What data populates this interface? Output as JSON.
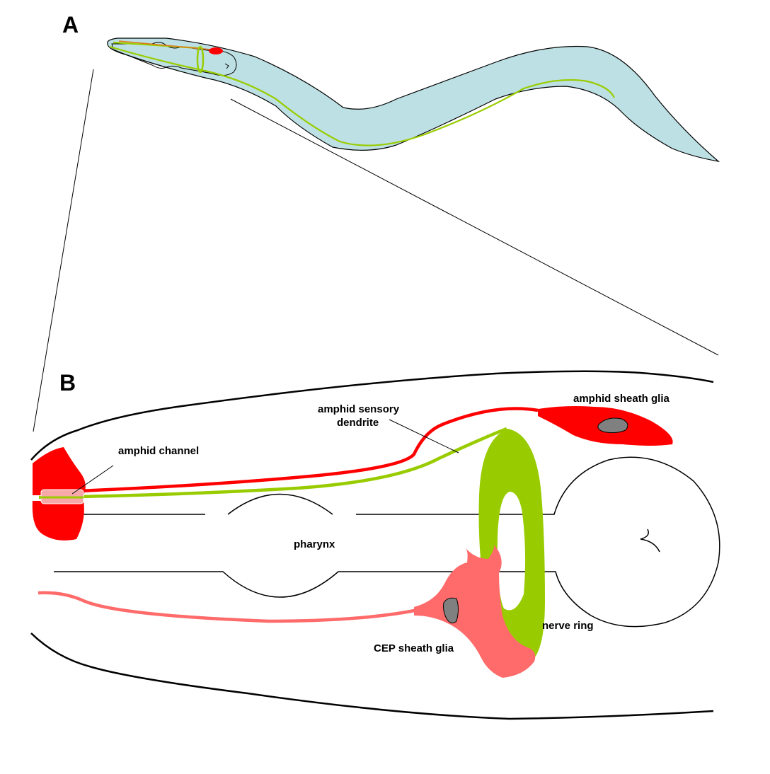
{
  "panels": {
    "a": {
      "letter": "A"
    },
    "b": {
      "letter": "B"
    }
  },
  "labels": {
    "amphid_channel": "amphid channel",
    "amphid_sensory_line1": "amphid sensory",
    "amphid_sensory_line2": "dendrite",
    "amphid_sheath_glia": "amphid sheath glia",
    "pharynx": "pharynx",
    "nerve_ring": "nerve ring",
    "cep_sheath_glia": "CEP sheath glia"
  },
  "colors": {
    "body_fill": "#bde0e4",
    "amphid_red": "#ff0000",
    "nerve_green": "#99cc00",
    "cep_pink": "#ff6a6a",
    "nucleus_gray": "#808080",
    "channel_fill": "#f7a9a9"
  }
}
